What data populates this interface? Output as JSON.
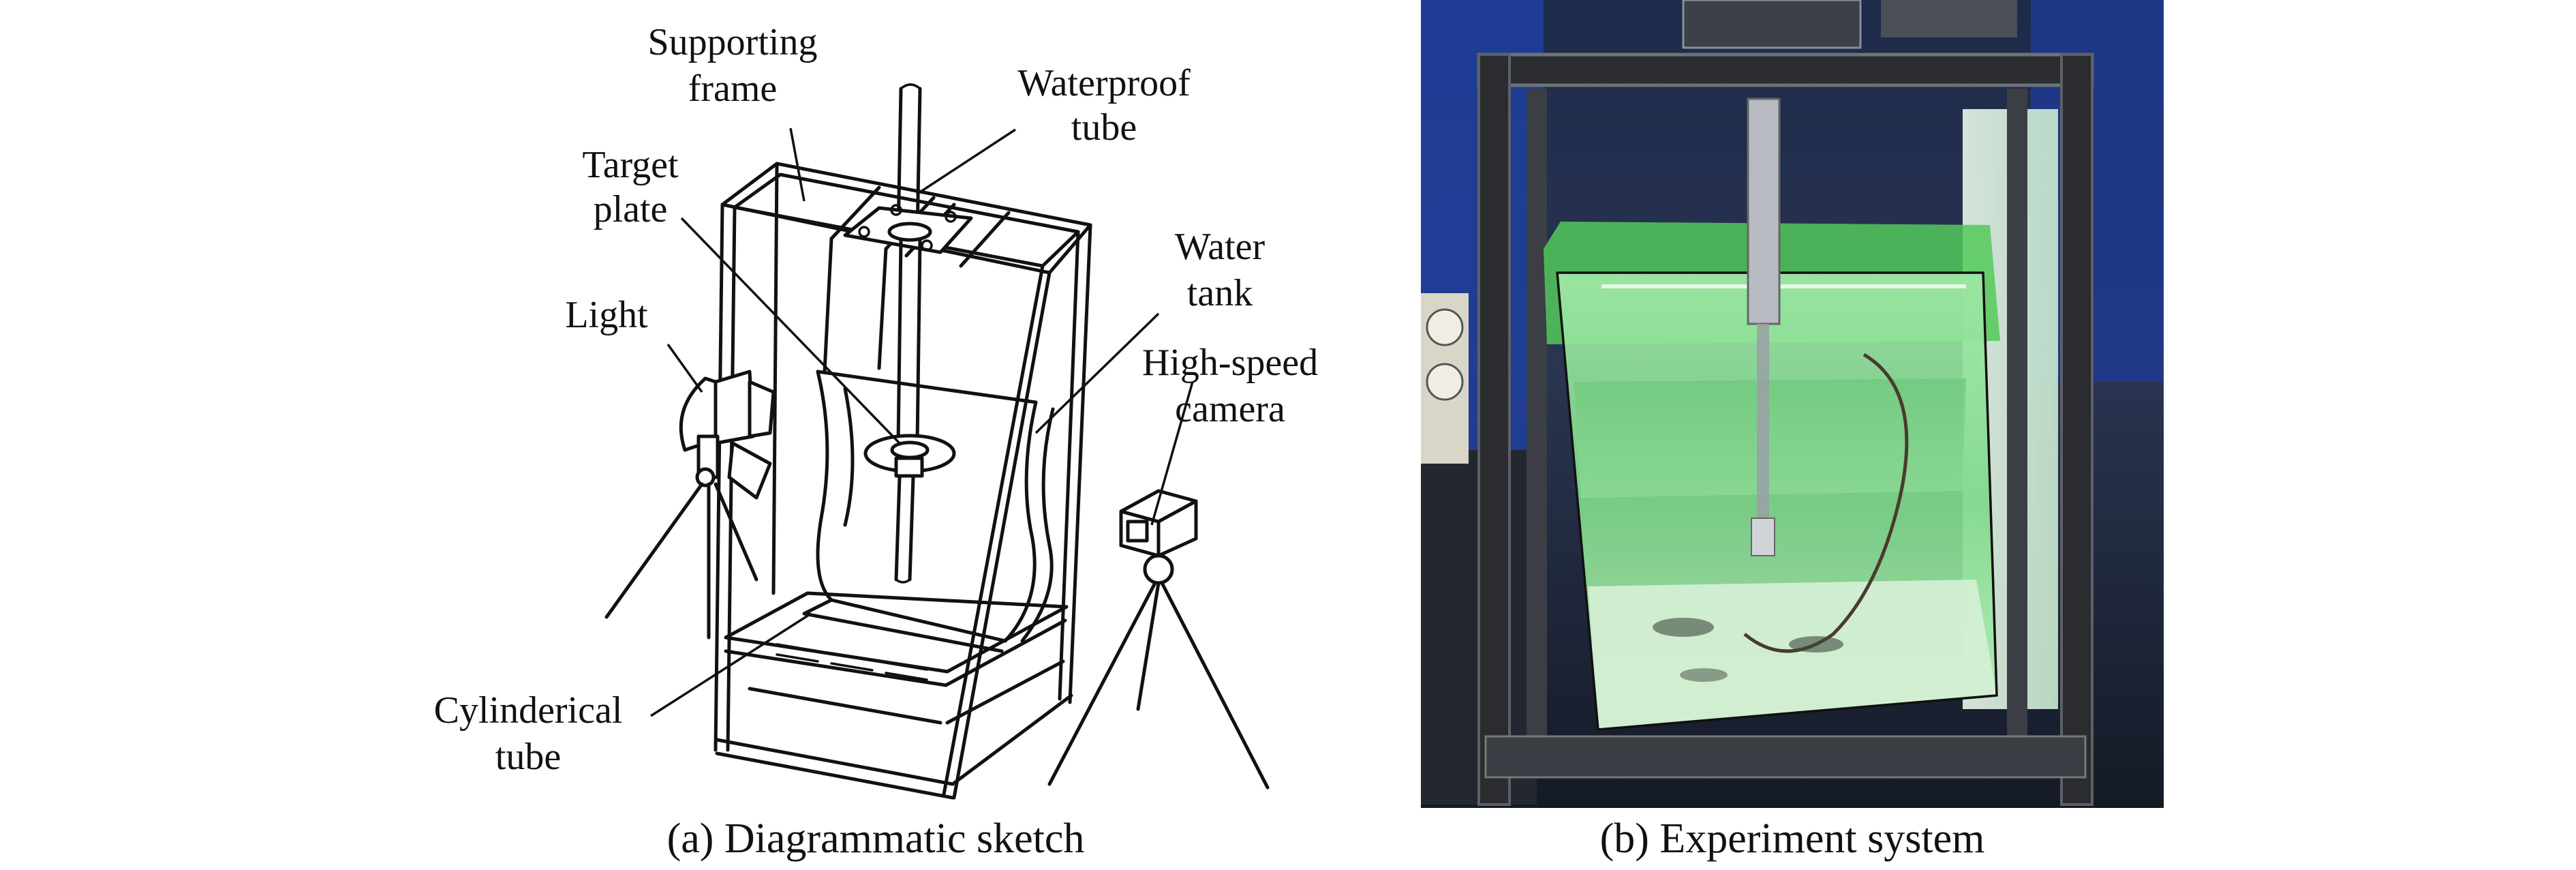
{
  "panel_a": {
    "caption": "(a) Diagrammatic sketch",
    "labels": {
      "supporting_frame_1": "Supporting",
      "supporting_frame_2": "frame",
      "waterproof_tube_1": "Waterproof",
      "waterproof_tube_2": "tube",
      "target_plate_1": "Target",
      "target_plate_2": "plate",
      "light": "Light",
      "water_tank_1": "Water",
      "water_tank_2": "tank",
      "high_speed_camera_1": "High-speed",
      "high_speed_camera_2": "camera",
      "cylindrical_tube_1": "Cylinderical",
      "cylindrical_tube_2": "tube"
    }
  },
  "panel_b": {
    "caption": "(b) Experiment system"
  }
}
